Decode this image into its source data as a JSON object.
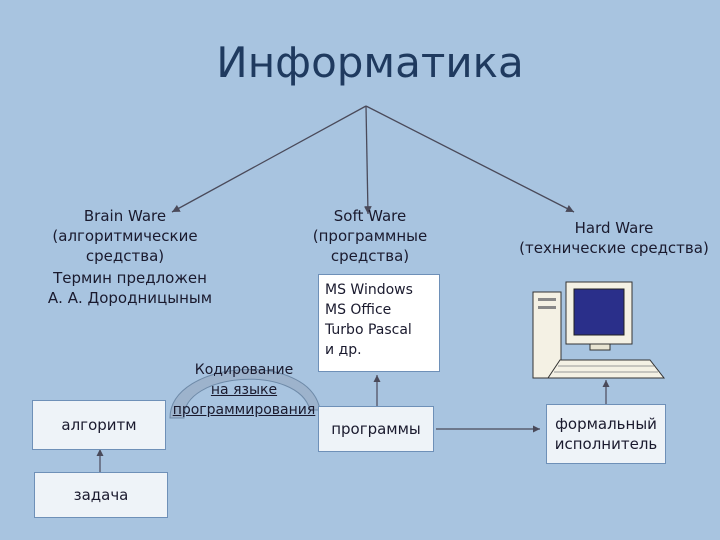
{
  "title": "Информатика",
  "branches": {
    "brain": {
      "line1": "Brain Ware",
      "line2": "(алгоритмические",
      "line3": "средства)"
    },
    "soft": {
      "line1": "Soft Ware",
      "line2": "(программные",
      "line3": "средства)"
    },
    "hard": {
      "line1": "Hard Ware",
      "line2": "(технические средства)"
    }
  },
  "term": {
    "line1": "Термин предложен",
    "line2": "А. А. Дородницыным"
  },
  "software_list": [
    "MS Windows",
    "MS Office",
    "Turbo Pascal",
    "и др."
  ],
  "coding": {
    "line1": "Кодирование",
    "line2": "на языке",
    "line3": "программирования"
  },
  "boxes": {
    "algorithm": "алгоритм",
    "task": "задача",
    "programs": "программы",
    "executor": "формальный исполнитель"
  },
  "icons": {
    "computer": "computer-icon",
    "arc_arrow": "curved-arrow-icon"
  },
  "colors": {
    "background": "#a8c4e0",
    "title": "#1f3a5f",
    "box_border": "#6e90b8"
  }
}
